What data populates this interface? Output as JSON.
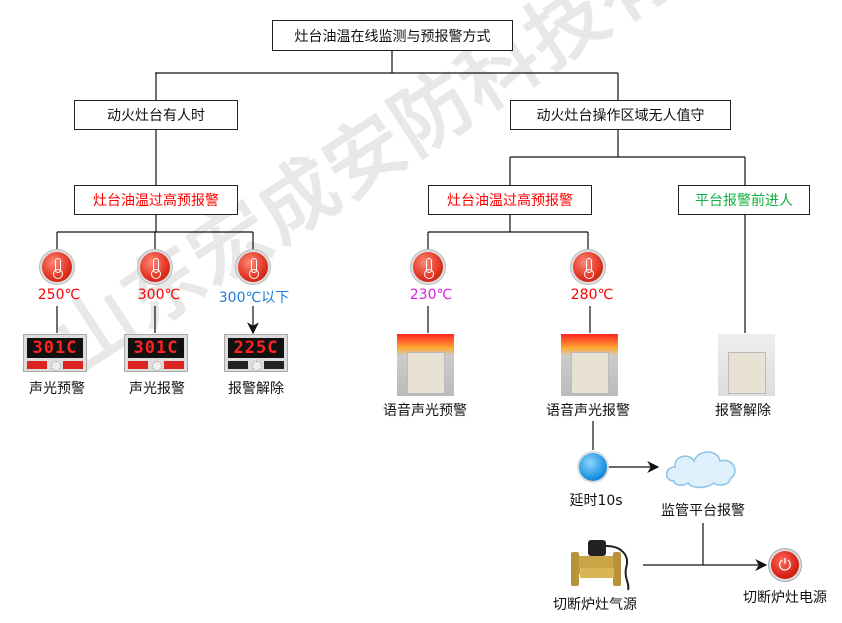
{
  "watermark": "山东宏成安防科技有限公司",
  "title": "灶台油温在线监测与预报警方式",
  "left": {
    "branch": "动火灶台有人时",
    "alarm": "灶台油温过高预报警",
    "temps": [
      "250℃",
      "300℃",
      "300℃以下"
    ],
    "displays": [
      "301C",
      "301C",
      "225C"
    ],
    "actions": [
      "声光预警",
      "声光报警",
      "报警解除"
    ]
  },
  "right": {
    "branch": "动火灶台操作区域无人值守",
    "alarm": "灶台油温过高预报警",
    "entry": "平台报警前进人",
    "temps": [
      "230℃",
      "280℃"
    ],
    "actions": [
      "语音声光预警",
      "语音声光报警",
      "报警解除"
    ],
    "delay": "延时10s",
    "platform": "监管平台报警",
    "cut_gas": "切断炉灶气源",
    "cut_power": "切断炉灶电源"
  },
  "colors": {
    "red": "#ff0000",
    "blue": "#1e7ad6",
    "magenta": "#e020e0",
    "green": "#10b040"
  }
}
